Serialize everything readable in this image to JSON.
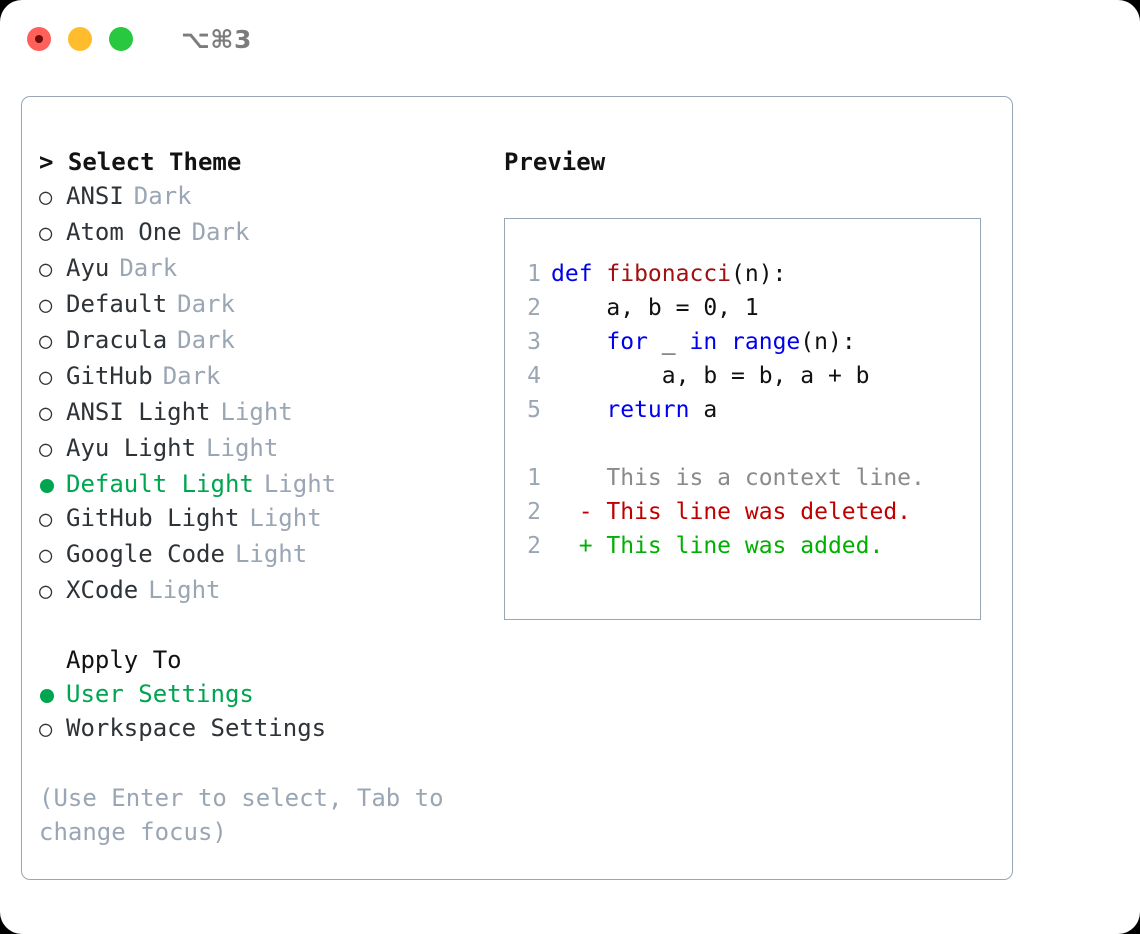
{
  "titlebar": {
    "shortcut": "⌥⌘3",
    "buttons": {
      "close": "close-window",
      "minimize": "minimize-window",
      "maximize": "maximize-window"
    }
  },
  "left_panel": {
    "title": "> Select Theme",
    "themes": [
      {
        "marker": "○",
        "name": "ANSI",
        "variant": "Dark",
        "selected": false
      },
      {
        "marker": "○",
        "name": "Atom One",
        "variant": "Dark",
        "selected": false
      },
      {
        "marker": "○",
        "name": "Ayu",
        "variant": "Dark",
        "selected": false
      },
      {
        "marker": "○",
        "name": "Default",
        "variant": "Dark",
        "selected": false
      },
      {
        "marker": "○",
        "name": "Dracula",
        "variant": "Dark",
        "selected": false
      },
      {
        "marker": "○",
        "name": "GitHub",
        "variant": "Dark",
        "selected": false
      },
      {
        "marker": "○",
        "name": "ANSI Light",
        "variant": "Light",
        "selected": false
      },
      {
        "marker": "○",
        "name": "Ayu Light",
        "variant": "Light",
        "selected": false
      },
      {
        "marker": "●",
        "name": "Default Light",
        "variant": "Light",
        "selected": true
      },
      {
        "marker": "○",
        "name": "GitHub Light",
        "variant": "Light",
        "selected": false
      },
      {
        "marker": "○",
        "name": "Google Code",
        "variant": "Light",
        "selected": false
      },
      {
        "marker": "○",
        "name": "XCode",
        "variant": "Light",
        "selected": false
      }
    ],
    "apply_to": {
      "heading": "Apply To",
      "options": [
        {
          "marker": "●",
          "label": "User Settings",
          "selected": true
        },
        {
          "marker": "○",
          "label": "Workspace Settings",
          "selected": false
        }
      ]
    },
    "hint_line1": "(Use Enter to select, Tab to",
    "hint_line2": "change focus)"
  },
  "preview": {
    "title": "Preview",
    "code_lines": [
      {
        "num": "1",
        "indent": "",
        "kw1": "def ",
        "fn": "fibonacci",
        "rest": "(n):"
      },
      {
        "num": "2",
        "indent": "    ",
        "plain": "a, b = 0, 1"
      },
      {
        "num": "3",
        "indent": "    ",
        "kw1": "for ",
        "plain2": "_ ",
        "kw2": "in ",
        "kw3": "range",
        "rest": "(n):"
      },
      {
        "num": "4",
        "indent": "        ",
        "plain": "a, b = b, a + b"
      },
      {
        "num": "5",
        "indent": "    ",
        "kw1": "return ",
        "plain": "a"
      }
    ],
    "diff_lines": [
      {
        "num": "1",
        "sign": "  ",
        "text": "This is a context line.",
        "kind": "context"
      },
      {
        "num": "2",
        "sign": "- ",
        "text": "This line was deleted.",
        "kind": "deleted"
      },
      {
        "num": "2",
        "sign": "+ ",
        "text": "This line was added.",
        "kind": "added"
      }
    ]
  },
  "colors": {
    "accent_green": "#00a550",
    "diff_add": "#00b000",
    "diff_del": "#c00000",
    "keyword_blue": "#0000ee",
    "function_red": "#a01010",
    "muted": "#9aa6b4",
    "border": "#9aa6b4"
  }
}
